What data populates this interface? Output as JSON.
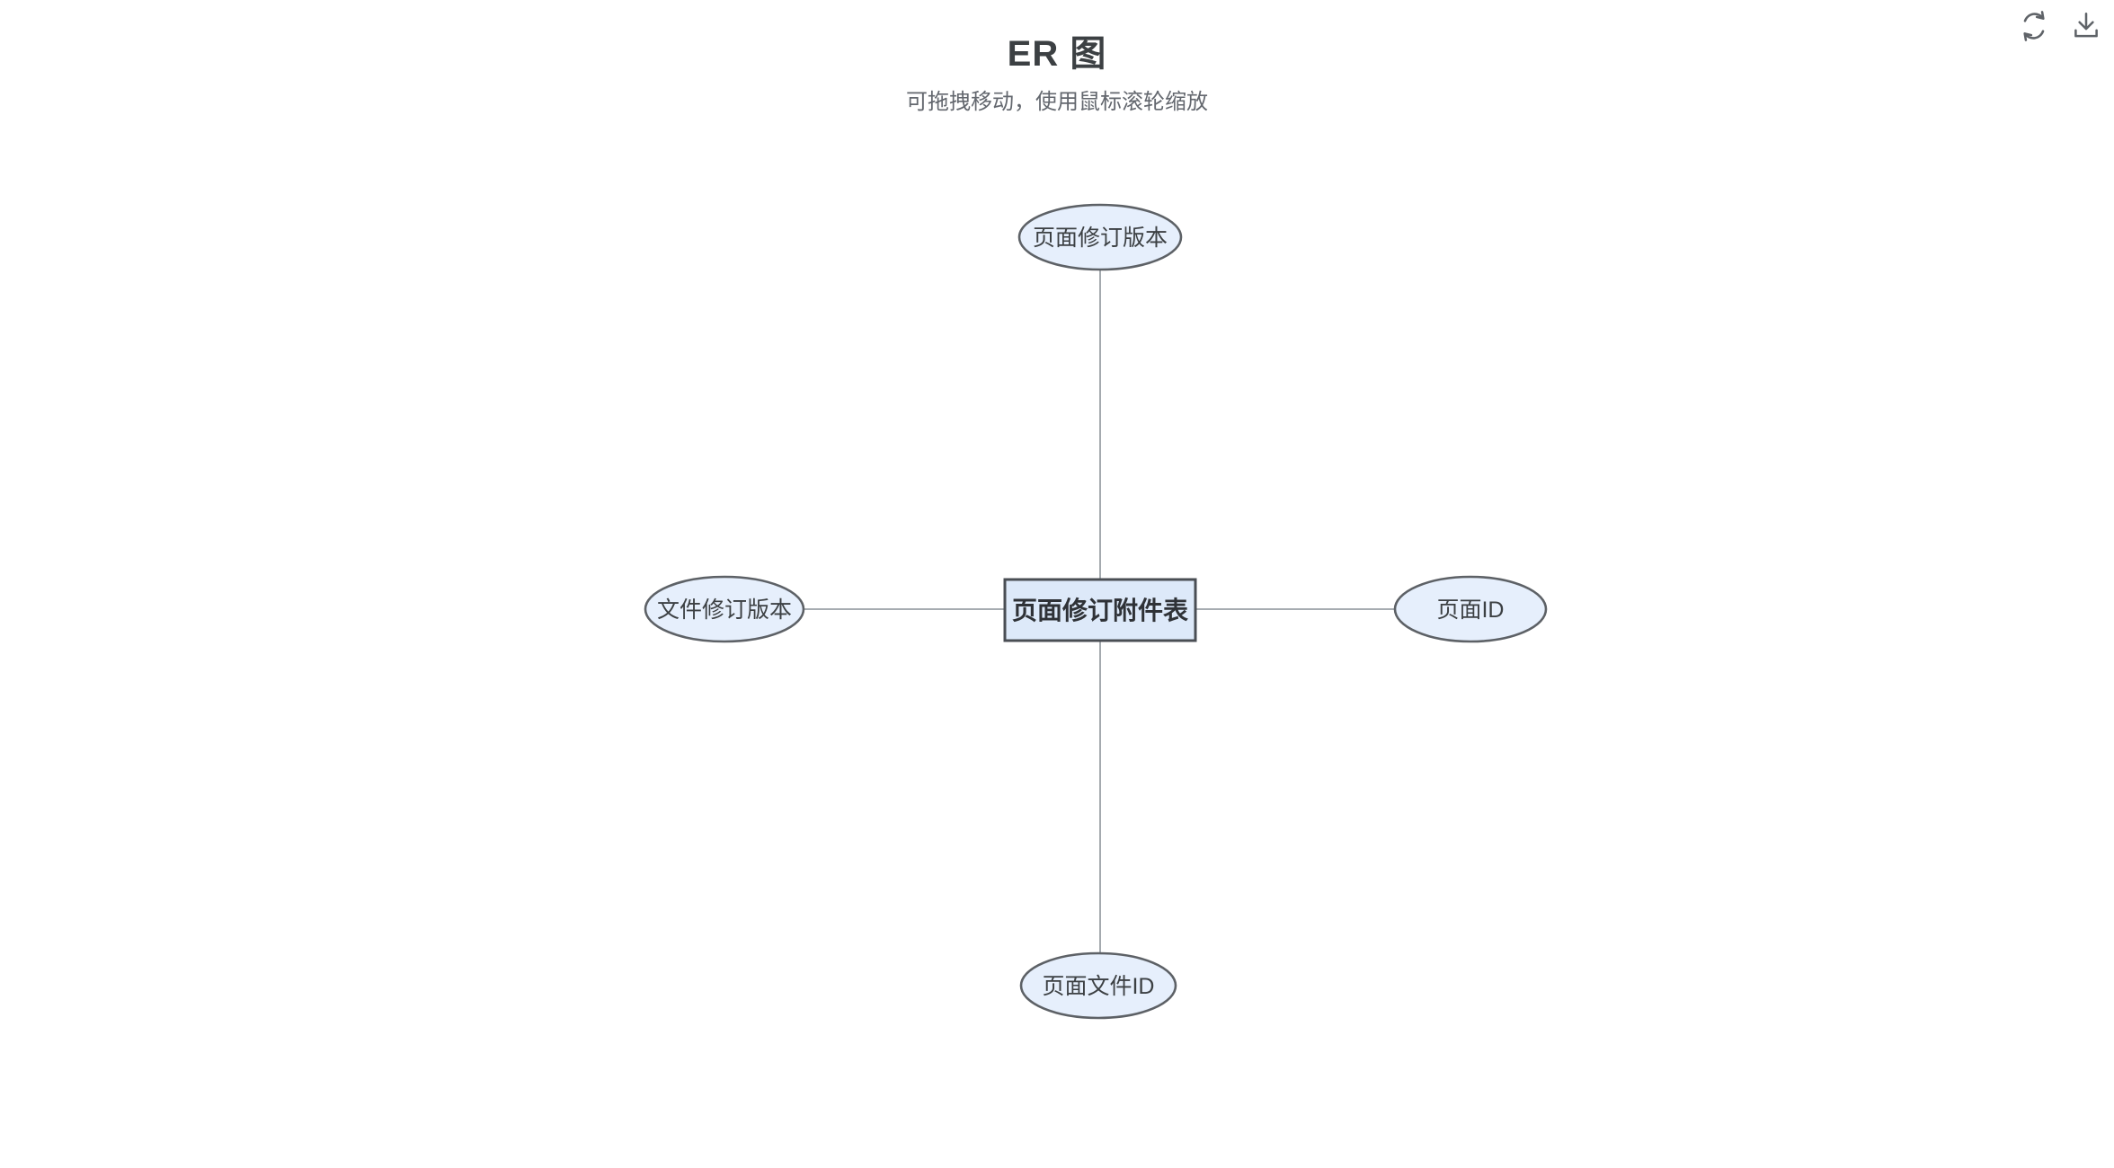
{
  "header": {
    "title": "ER 图",
    "subtitle": "可拖拽移动，使用鼠标滚轮缩放"
  },
  "toolbar": {
    "icons": [
      "refresh-icon",
      "download-icon"
    ]
  },
  "diagram": {
    "entity": {
      "label": "页面修订附件表"
    },
    "attributes": [
      {
        "label": "页面修订版本",
        "position": "top"
      },
      {
        "label": "文件修订版本",
        "position": "left"
      },
      {
        "label": "页面ID",
        "position": "right"
      },
      {
        "label": "页面文件ID",
        "position": "bottom"
      }
    ]
  },
  "colors": {
    "background": "#ffffff",
    "node_fill": "#e6effc",
    "node_stroke": "#5d6166",
    "entity_fill": "#dde9f9",
    "entity_stroke": "#4a4e54",
    "edge": "#9aa0a6",
    "node_text": "#3c4043",
    "entity_text": "#2f3237",
    "title_text": "#3c4043",
    "subtitle_text": "#63676e",
    "icon": "#5f6368"
  }
}
